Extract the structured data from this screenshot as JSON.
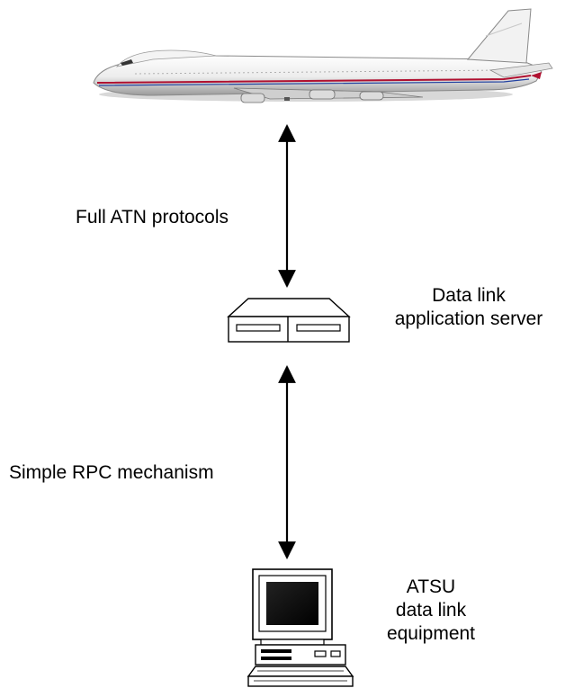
{
  "nodes": {
    "aircraft": {
      "icon": "aircraft-icon"
    },
    "server": {
      "icon": "server-icon",
      "label_lines": [
        "Data link",
        "application server"
      ]
    },
    "atsu": {
      "icon": "computer-terminal-icon",
      "label_lines": [
        "ATSU",
        "data link",
        "equipment"
      ]
    }
  },
  "links": [
    {
      "from": "aircraft",
      "to": "server",
      "label": "Full ATN protocols",
      "direction": "bidirectional"
    },
    {
      "from": "server",
      "to": "atsu",
      "label": "Simple RPC mechanism",
      "direction": "bidirectional"
    }
  ],
  "colors": {
    "line": "#000000",
    "fuselage": "#f2f2f2",
    "stripe": "#b01030",
    "stripe_blue": "#2040a0"
  }
}
